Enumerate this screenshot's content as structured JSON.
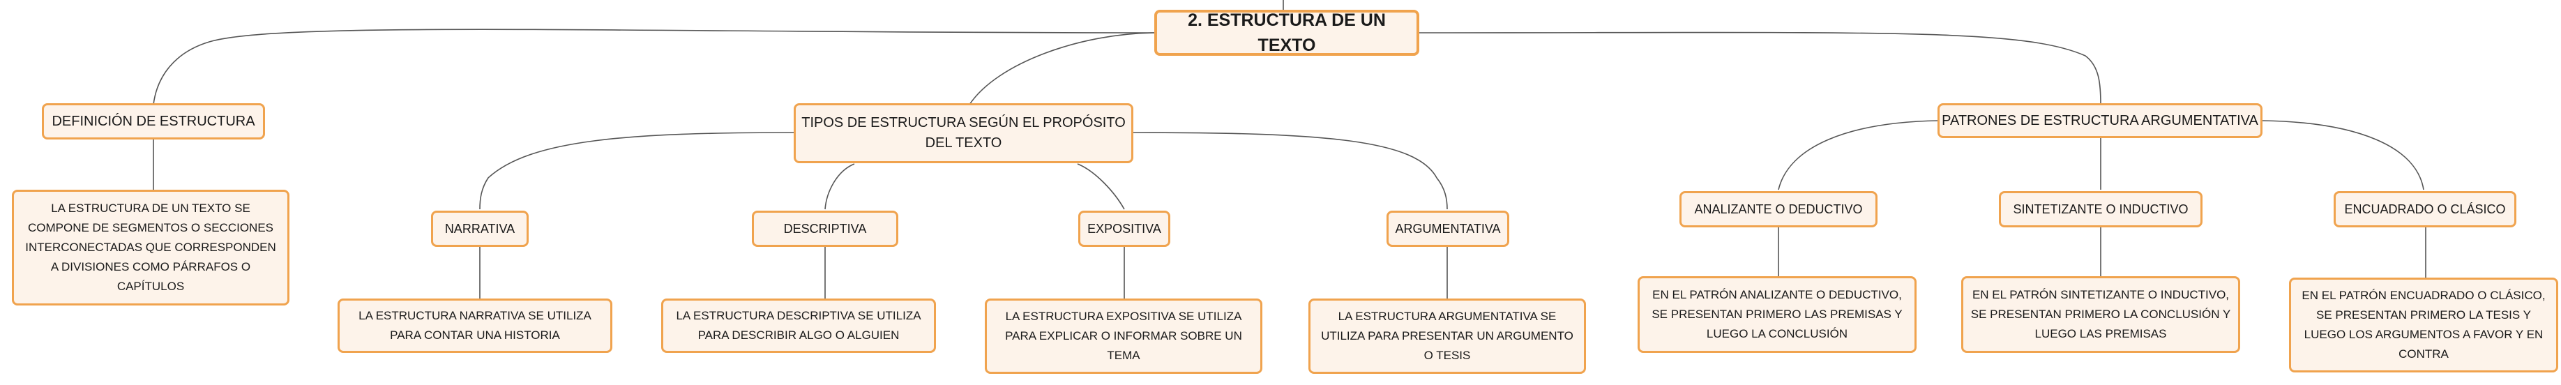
{
  "root": {
    "label": "2. ESTRUCTURA DE UN TEXTO"
  },
  "definicion": {
    "label": "DEFINICIÓN DE ESTRUCTURA",
    "detail": "LA ESTRUCTURA DE UN TEXTO SE COMPONE DE SEGMENTOS O SECCIONES INTERCONECTADAS QUE CORRESPONDEN A DIVISIONES COMO PÁRRAFOS O CAPÍTULOS"
  },
  "tipos": {
    "label": "TIPOS DE ESTRUCTURA SEGÚN EL PROPÓSITO DEL TEXTO",
    "items": [
      {
        "label": "NARRATIVA",
        "detail": "LA ESTRUCTURA NARRATIVA SE UTILIZA PARA CONTAR UNA HISTORIA"
      },
      {
        "label": "DESCRIPTIVA",
        "detail": "LA ESTRUCTURA DESCRIPTIVA SE UTILIZA PARA DESCRIBIR ALGO O ALGUIEN"
      },
      {
        "label": "EXPOSITIVA",
        "detail": "LA ESTRUCTURA EXPOSITIVA SE UTILIZA PARA EXPLICAR O INFORMAR SOBRE UN TEMA"
      },
      {
        "label": "ARGUMENTATIVA",
        "detail": "LA ESTRUCTURA ARGUMENTATIVA SE UTILIZA PARA PRESENTAR UN ARGUMENTO O TESIS"
      }
    ]
  },
  "patrones": {
    "label": "PATRONES DE ESTRUCTURA ARGUMENTATIVA",
    "items": [
      {
        "label": "ANALIZANTE O DEDUCTIVO",
        "detail": "EN EL PATRÓN ANALIZANTE O DEDUCTIVO, SE PRESENTAN PRIMERO LAS PREMISAS Y LUEGO LA CONCLUSIÓN"
      },
      {
        "label": "SINTETIZANTE O INDUCTIVO",
        "detail": "EN EL PATRÓN SINTETIZANTE O INDUCTIVO, SE PRESENTAN PRIMERO LA CONCLUSIÓN Y LUEGO LAS PREMISAS"
      },
      {
        "label": "ENCUADRADO O CLÁSICO",
        "detail": "EN EL PATRÓN ENCUADRADO O CLÁSICO, SE PRESENTAN PRIMERO LA TESIS Y LUEGO LOS ARGUMENTOS A FAVOR Y EN CONTRA"
      }
    ]
  },
  "colors": {
    "border": "#f0a34e",
    "fill": "#fdf3ea",
    "line": "#555555"
  }
}
